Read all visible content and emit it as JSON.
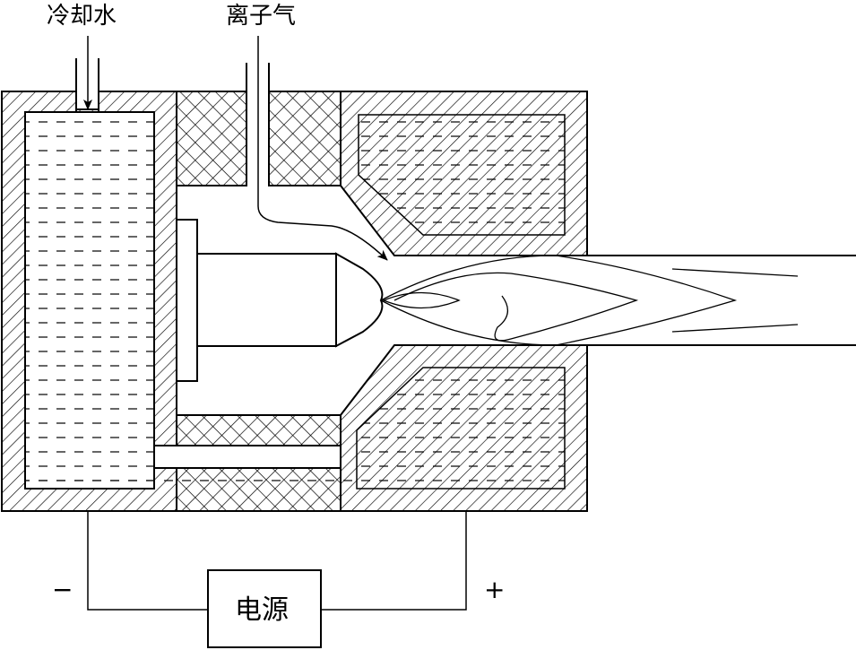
{
  "labels": {
    "cooling_water": "冷却水",
    "ion_gas": "离子气",
    "power_source": "电源",
    "negative": "−",
    "positive": "+"
  },
  "colors": {
    "stroke": "#000000",
    "background": "#ffffff"
  }
}
